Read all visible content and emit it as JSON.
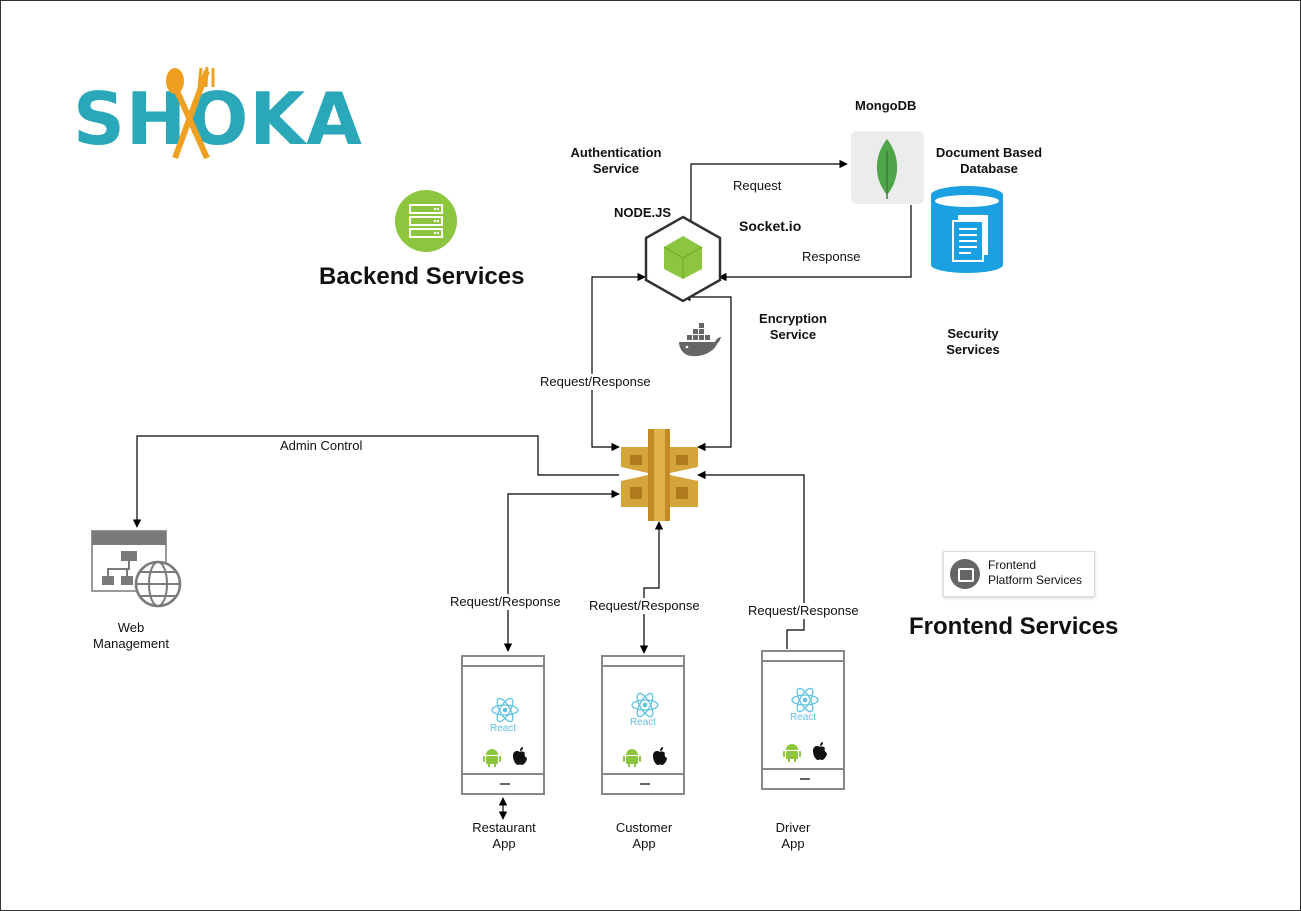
{
  "logo": {
    "text": "SHOKA",
    "brand_color": "#2aa7b8",
    "utensil_color": "#f0a020"
  },
  "titles": {
    "backend": "Backend Services",
    "frontend": "Frontend Services"
  },
  "labels": {
    "mongodb": "MongoDB",
    "auth_line1": "Authentication",
    "auth_line2": "Service",
    "doc_db_line1": "Document Based",
    "doc_db_line2": "Database",
    "nodejs": "NODE.JS",
    "socketio": "Socket.io",
    "request": "Request",
    "response": "Response",
    "encryption_line1": "Encryption",
    "encryption_line2": "Service",
    "security_line1": "Security",
    "security_line2": "Services",
    "req_resp_backend": "Request/Response",
    "admin_control": "Admin Control",
    "req_resp_restaurant": "Request/Response",
    "req_resp_customer": "Request/Response",
    "req_resp_driver": "Request/Response",
    "web_line1": "Web",
    "web_line2": "Management",
    "restaurant_line1": "Restaurant",
    "restaurant_line2": "App",
    "customer_line1": "Customer",
    "customer_line2": "App",
    "driver_line1": "Driver",
    "driver_line2": "App"
  },
  "legend": {
    "line1": "Frontend",
    "line2": "Platform Services",
    "icon": "monitor-icon"
  },
  "phone": {
    "react_label": "React"
  },
  "colors": {
    "backend_icon": "#8cc63f",
    "node_green": "#8cc63f",
    "mongo_green": "#4fa64a",
    "db_blue": "#1ba1e2",
    "gateway_gold": "#d4a53a",
    "docker_gray": "#666666",
    "react_blue": "#61c3e0"
  }
}
